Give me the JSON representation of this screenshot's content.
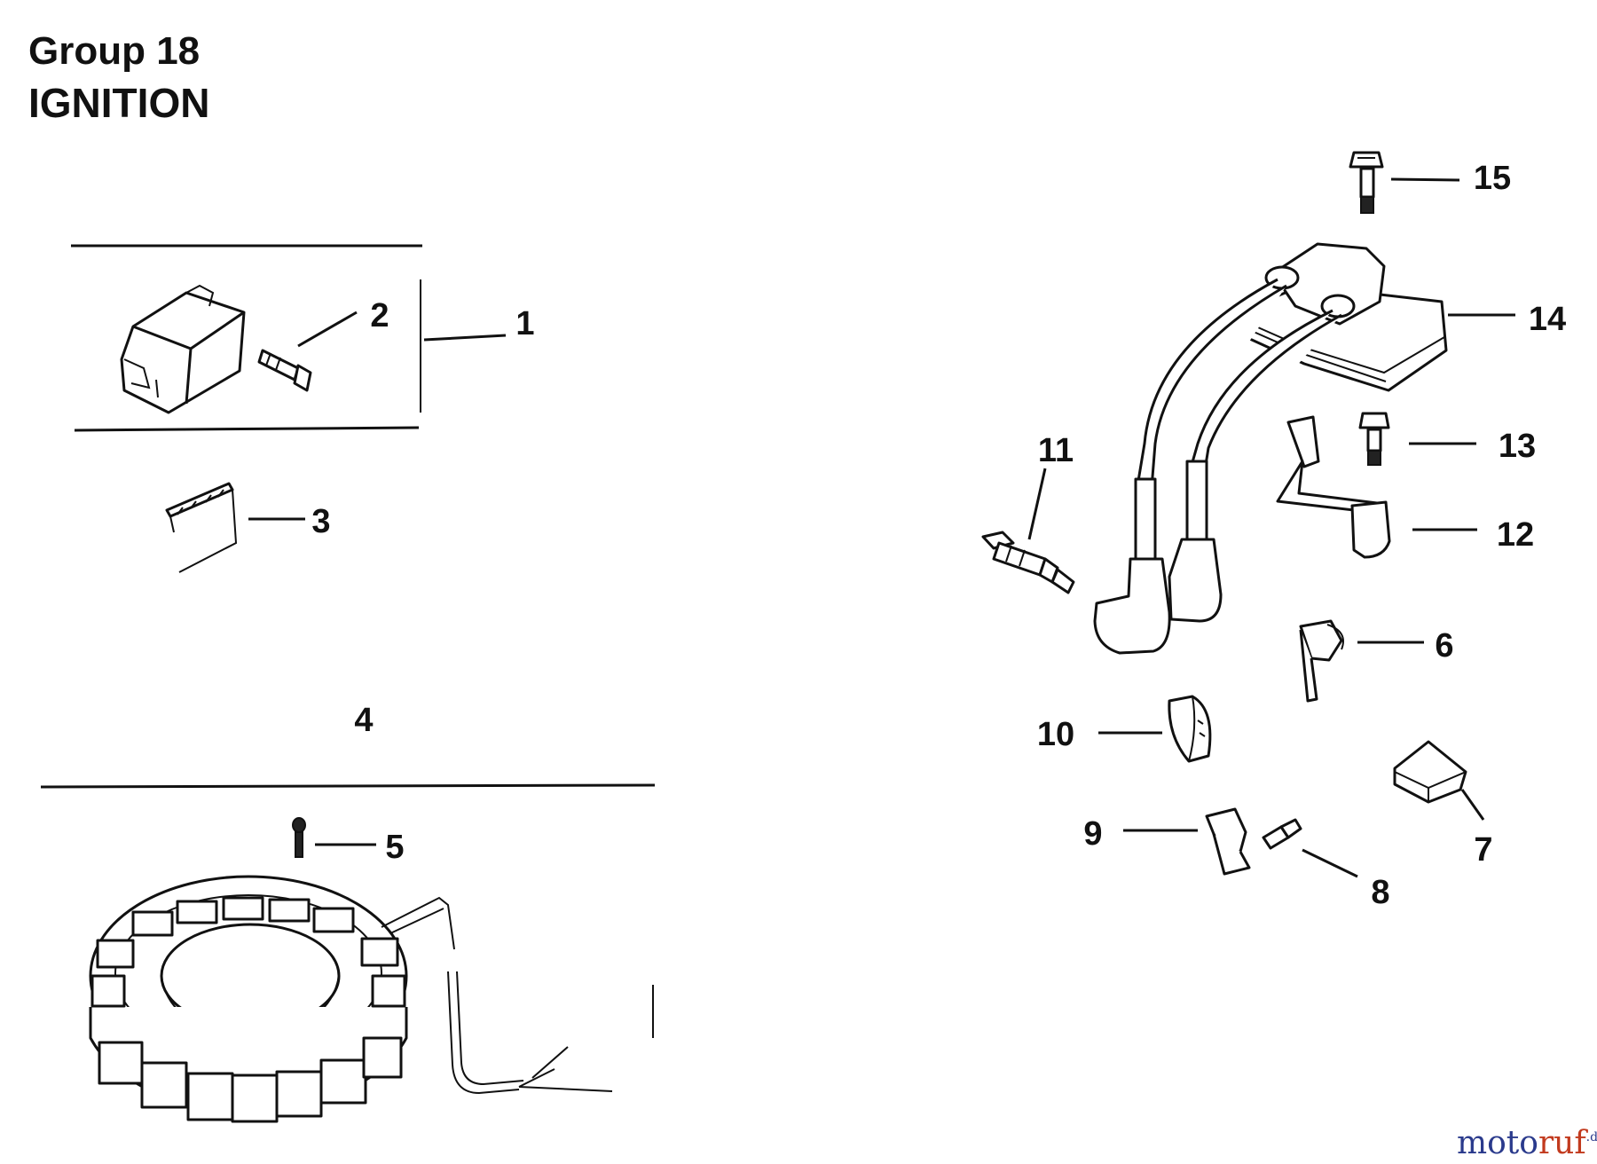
{
  "header": {
    "group": "Group 18",
    "title": "IGNITION"
  },
  "callouts": [
    {
      "id": "1",
      "label": "1"
    },
    {
      "id": "2",
      "label": "2"
    },
    {
      "id": "3",
      "label": "3"
    },
    {
      "id": "4",
      "label": "4"
    },
    {
      "id": "5",
      "label": "5"
    },
    {
      "id": "6",
      "label": "6"
    },
    {
      "id": "7",
      "label": "7"
    },
    {
      "id": "8",
      "label": "8"
    },
    {
      "id": "9",
      "label": "9"
    },
    {
      "id": "10",
      "label": "10"
    },
    {
      "id": "11",
      "label": "11"
    },
    {
      "id": "12",
      "label": "12"
    },
    {
      "id": "13",
      "label": "13"
    },
    {
      "id": "14",
      "label": "14"
    },
    {
      "id": "15",
      "label": "15"
    }
  ],
  "watermark": {
    "part1": "moto",
    "part2": "ruf",
    "part3": ".de"
  }
}
